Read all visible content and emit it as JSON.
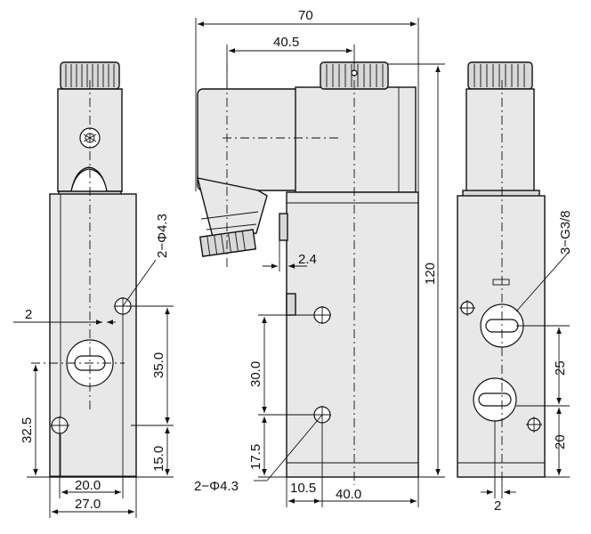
{
  "dimensions": {
    "overall_width": "70",
    "coil_offset": "40.5",
    "height": "120",
    "mount_hole_side": "2−Φ4.3",
    "mount_hole_front": "2−Φ4.3",
    "left_offset_2": "2",
    "hole_spacing_35": "35.0",
    "port_height_32_5": "32.5",
    "base_15": "15.0",
    "width_20": "20.0",
    "width_27": "27.0",
    "offset_2_4": "2.4",
    "height_30": "30.0",
    "height_17_5": "17.5",
    "width_10_5": "10.5",
    "width_40": "40.0",
    "port_label": "3−G3/8",
    "port_spacing_25": "25",
    "port_base_20": "20",
    "right_offset_2": "2"
  }
}
